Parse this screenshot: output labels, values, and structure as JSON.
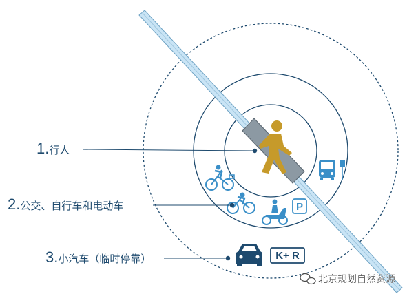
{
  "items": [
    {
      "num": "1.",
      "text": "行人"
    },
    {
      "num": "2.",
      "text": "公交、自行车和电动车"
    },
    {
      "num": "3.",
      "text": "小汽车（临时停靠）"
    }
  ],
  "badges": {
    "parking": "P",
    "kiss_ride": "K+ R"
  },
  "watermark": "北京规划自然资源",
  "colors": {
    "rail": "#c9e4f5",
    "rail_stroke": "#6fa3c4",
    "circle": "#1e4a6e",
    "walker": "#c69a2a",
    "icon": "#3a8fc8",
    "label": "#1e4a6e"
  },
  "icons": [
    "pedestrian-icon",
    "bus-stop-icon",
    "bicycle-icon",
    "e-bike-icon",
    "scooter-icon",
    "parking-icon",
    "car-icon",
    "kiss-and-ride-icon",
    "wechat-icon"
  ]
}
